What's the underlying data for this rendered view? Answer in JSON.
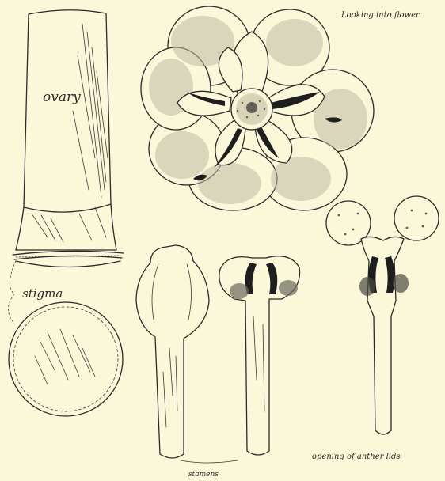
{
  "labels": {
    "ovary": "ovary",
    "stigma": "stigma",
    "looking_into_flower": "Looking into flower",
    "opening_of_anther_lids": "opening of anther lids",
    "stamens": "stamens"
  },
  "colors": {
    "paper": "#fbf8d9",
    "ink": "#2a2a2a"
  }
}
